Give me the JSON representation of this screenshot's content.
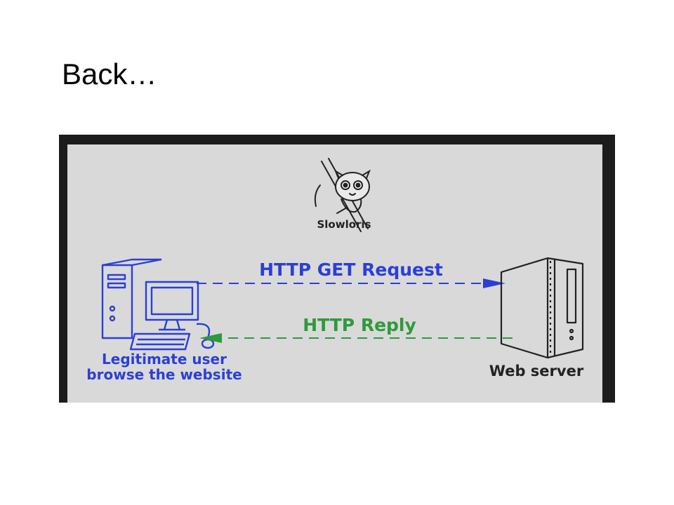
{
  "slide": {
    "title": "Back…"
  },
  "diagram": {
    "mascot_label": "Slowloris",
    "request_label": "HTTP GET Request",
    "reply_label": "HTTP Reply",
    "client_label_line1": "Legitimate user",
    "client_label_line2": "browse the website",
    "server_label": "Web server",
    "colors": {
      "background": "#d9d9d9",
      "frame": "#1c1c1c",
      "request": "#2b3fd6",
      "reply": "#2e9a3a",
      "ink": "#222222"
    }
  }
}
